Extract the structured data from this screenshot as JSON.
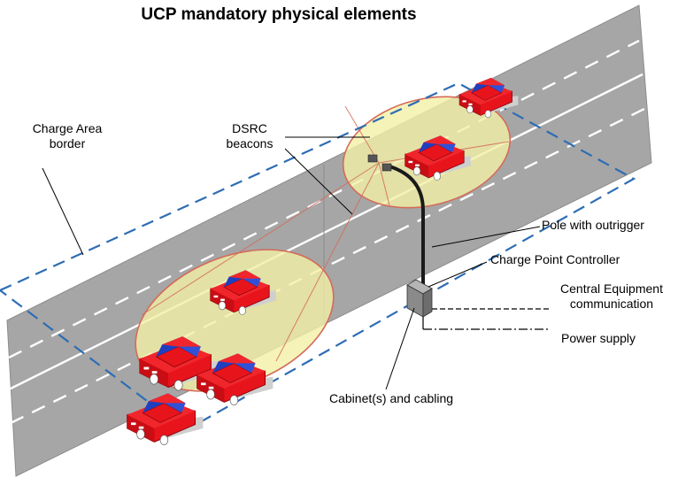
{
  "title": "UCP mandatory physical elements",
  "labels": {
    "charge_area_border": [
      "Charge Area",
      "border"
    ],
    "dsrc_beacons": [
      "DSRC",
      "beacons"
    ],
    "pole_with_outrigger": "Pole with outrigger",
    "charge_point_controller": "Charge Point Controller",
    "central_equipment_communication": [
      "Central Equipment",
      "communication"
    ],
    "power_supply": "Power supply",
    "cabinets_and_cabling": "Cabinet(s) and cabling"
  },
  "colors": {
    "road": "#a6a6a6",
    "road_edge": "#8c8c8c",
    "lane_marking": "#ffffff",
    "charge_area_border": "#2e6db4",
    "beacon_zone_fill": "#f3f0a6",
    "beacon_zone_stroke": "#d46a5a",
    "car_body": "#e8141c",
    "car_window": "#1f3fbf",
    "pole": "#1a1a1a",
    "cabinet": "#7f7f7f"
  }
}
